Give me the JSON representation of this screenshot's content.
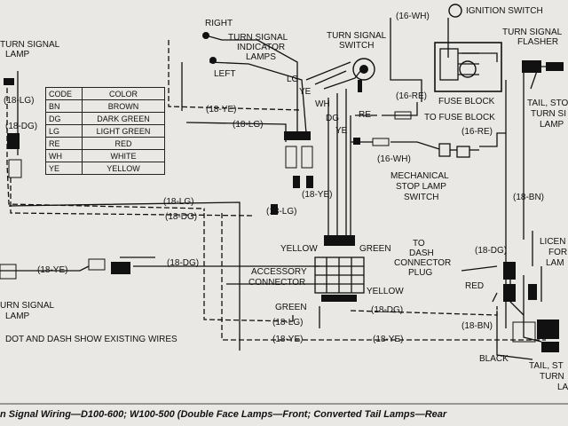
{
  "labels": {
    "turn_signal_lamp_tl": "TURN SIGNAL",
    "lamp_tl": "LAMP",
    "right": "RIGHT",
    "left": "LEFT",
    "indicator_1": "TURN SIGNAL",
    "indicator_2": "INDICATOR",
    "indicator_3": "LAMPS",
    "switch_1": "TURN SIGNAL",
    "switch_2": "SWITCH",
    "ignition_switch": "IGNITION SWITCH",
    "flasher_1": "TURN SIGNAL",
    "flasher_2": "FLASHER",
    "fuse_block": "FUSE BLOCK",
    "to_fuse_block": "TO FUSE BLOCK",
    "tail_1": "TAIL, STO",
    "tail_2": "TURN SI",
    "tail_3": "LAMP",
    "mech_1": "MECHANICAL",
    "mech_2": "STOP LAMP",
    "mech_3": "SWITCH",
    "lic_1": "LICEN",
    "lic_2": "FOR",
    "lic_3": "LAM",
    "to_dash_1": "TO",
    "to_dash_2": "DASH",
    "to_dash_3": "CONNECTOR",
    "to_dash_4": "PLUG",
    "accessory_1": "ACCESSORY",
    "accessory_2": "CONNECTOR",
    "yellow_1": "YELLOW",
    "yellow_2": "YELLOW",
    "green_1": "GREEN",
    "green_2": "GREEN",
    "red": "RED",
    "black": "BLACK",
    "tail_b1": "TAIL, ST",
    "tail_b2": "TURN",
    "tail_b3": "LA",
    "turn_signal_lamp_bl": "URN SIGNAL",
    "lamp_bl": "LAMP",
    "dot_dash": "DOT AND DASH SHOW EXISTING WIRES",
    "caption": "n Signal Wiring—D100-600; W100-500 (Double Face Lamps—Front; Converted Tail Lamps—Rear"
  },
  "wire_tags": {
    "lg_18_a": "(18-LG)",
    "ye_18_a": "(18-YE)",
    "lg_18_b": "(18-LG)",
    "wh_16_a": "(16-WH)",
    "re_16_a": "(16-RE)",
    "re_16_b": "(16-RE)",
    "wh_16_b": "(16-WH)",
    "ye_18_b": "(18-YE)",
    "lg_18_c": "(18-LG)",
    "lg_18_d": "(18-LG)",
    "dg_18_a": "(18-DG)",
    "ye_18_c": "(18-YE)",
    "dg_18_b": "(18-DG)",
    "dg_18_c": "(18-DG)",
    "bn_18_a": "(18-BN)",
    "dg_18_d": "(18-DG)",
    "dg_18_e": "(18-DG)",
    "lg_18_e": "(18-LG)",
    "bn_18_b": "(18-BN)",
    "ye_18_d": "(18-YE)",
    "ye_18_e": "(18-YE)",
    "lg_small": "LG",
    "ye_small": "YE",
    "wh_small": "WH",
    "dg_small": "DG",
    "ye_small_2": "YE",
    "re_small": "RE"
  },
  "code_table": {
    "header": {
      "code": "CODE",
      "color": "COLOR"
    },
    "rows": [
      {
        "code": "BN",
        "color": "BROWN"
      },
      {
        "code": "DG",
        "color": "DARK GREEN"
      },
      {
        "code": "LG",
        "color": "LIGHT GREEN"
      },
      {
        "code": "RE",
        "color": "RED"
      },
      {
        "code": "WH",
        "color": "WHITE"
      },
      {
        "code": "YE",
        "color": "YELLOW"
      }
    ]
  }
}
